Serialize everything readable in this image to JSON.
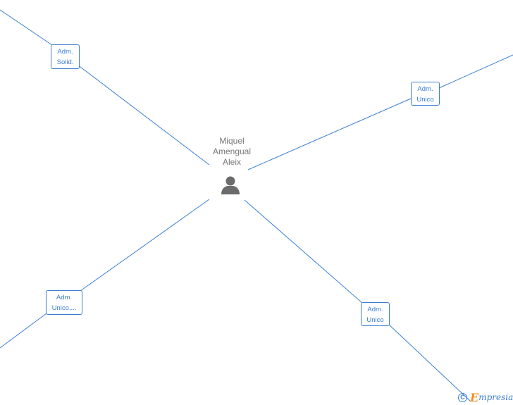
{
  "center_person": {
    "name_lines": [
      "Miquel",
      "Amengual",
      "Aleix"
    ],
    "icon": "person-icon"
  },
  "relations": [
    {
      "id": "top-left",
      "lines": [
        "Adm.",
        "Solid."
      ]
    },
    {
      "id": "top-right",
      "lines": [
        "Adm.",
        "Unico"
      ]
    },
    {
      "id": "bottom-left",
      "lines": [
        "Adm.",
        "Unico,..."
      ]
    },
    {
      "id": "bottom-right",
      "lines": [
        "Adm.",
        "Unico"
      ]
    }
  ],
  "footer": {
    "copyright_symbol": "C",
    "brand_initial": "E",
    "brand_rest": "mpresia"
  },
  "colors": {
    "edge": "#3b7fd4",
    "label_text": "#3b7fd4",
    "person_icon": "#6b6b6b",
    "person_name": "#777777",
    "brand_orange": "#f28c1e"
  }
}
